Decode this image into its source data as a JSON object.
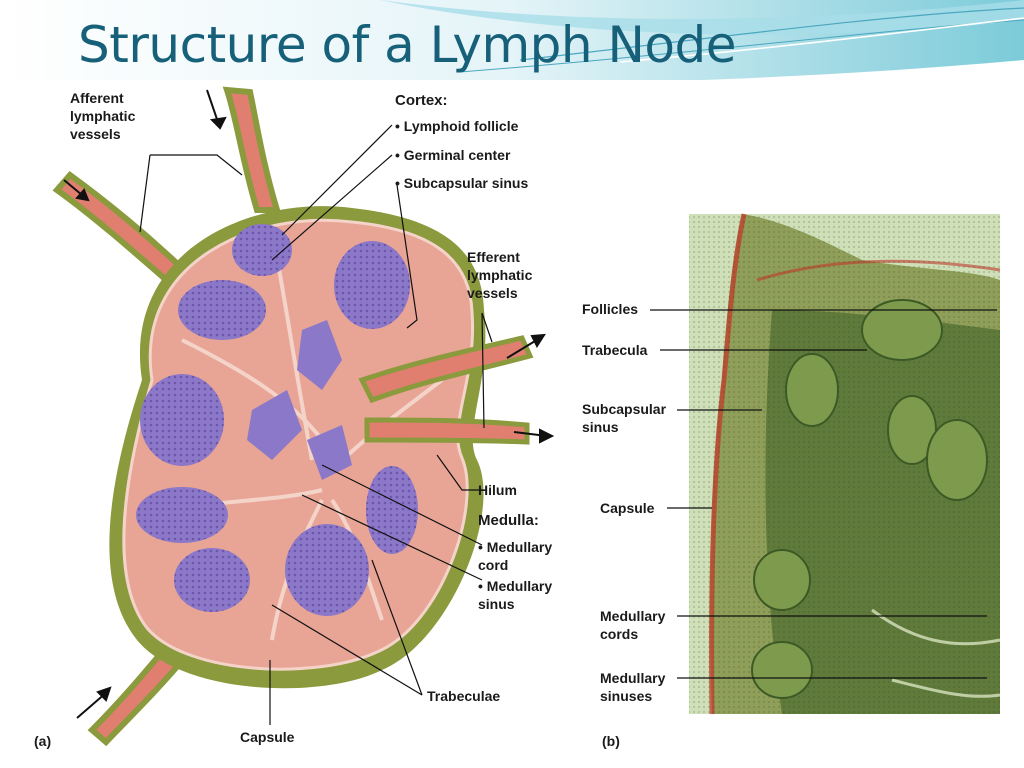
{
  "slide": {
    "title": "Structure of a Lymph Node"
  },
  "diagram_a": {
    "panel_label": "(a)",
    "labels": {
      "afferent_vessels": "Afferent\nlymphatic\nvessels",
      "cortex_heading": "Cortex:",
      "lymphoid_follicle": "• Lymphoid follicle",
      "germinal_center": "• Germinal center",
      "subcapsular_sinus": "• Subcapsular sinus",
      "efferent_vessels": "Efferent\nlymphatic\nvessels",
      "hilum": "Hilum",
      "medulla_heading": "Medulla:",
      "medullary_cord": "• Medullary\n  cord",
      "medullary_sinus": "• Medullary\n  sinus",
      "trabeculae": "Trabeculae",
      "capsule": "Capsule"
    }
  },
  "micrograph_b": {
    "panel_label": "(b)",
    "labels": {
      "follicles": "Follicles",
      "trabecula": "Trabecula",
      "subcapsular_sinus": "Subcapsular\nsinus",
      "capsule": "Capsule",
      "medullary_cords": "Medullary\ncords",
      "medullary_sinuses": "Medullary\nsinuses"
    }
  },
  "colors": {
    "title": "#17607a",
    "capsule": "#8a9a3c",
    "node_tissue": "#e8a596",
    "follicle": "#8b78c8",
    "vessel": "#e07f70",
    "micrograph_bg": "#cfe0b8",
    "micrograph_tissue": "#5f7a3a"
  }
}
